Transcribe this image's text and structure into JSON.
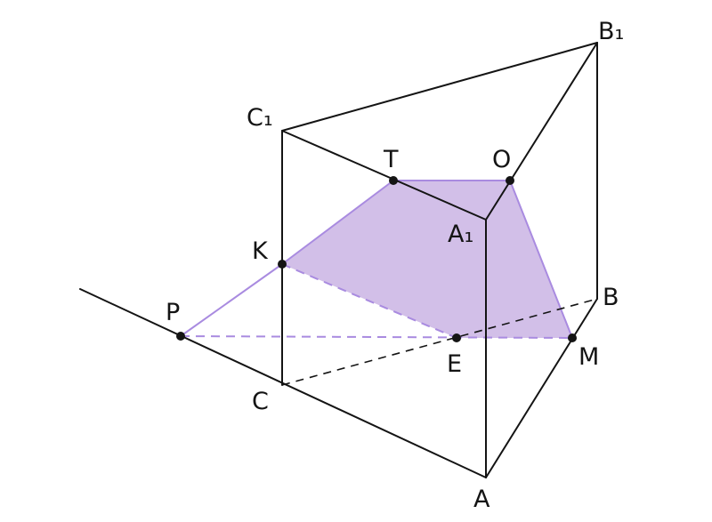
{
  "colors": {
    "section_fill": "#d2bfe8",
    "section_stroke": "#a98be0",
    "line": "#141414"
  },
  "labels": {
    "A": "A",
    "B": "B",
    "C": "C",
    "A1": "A₁",
    "B1": "B₁",
    "C1": "C₁",
    "T": "T",
    "O": "O",
    "K": "K",
    "P": "P",
    "E": "E",
    "M": "M"
  }
}
